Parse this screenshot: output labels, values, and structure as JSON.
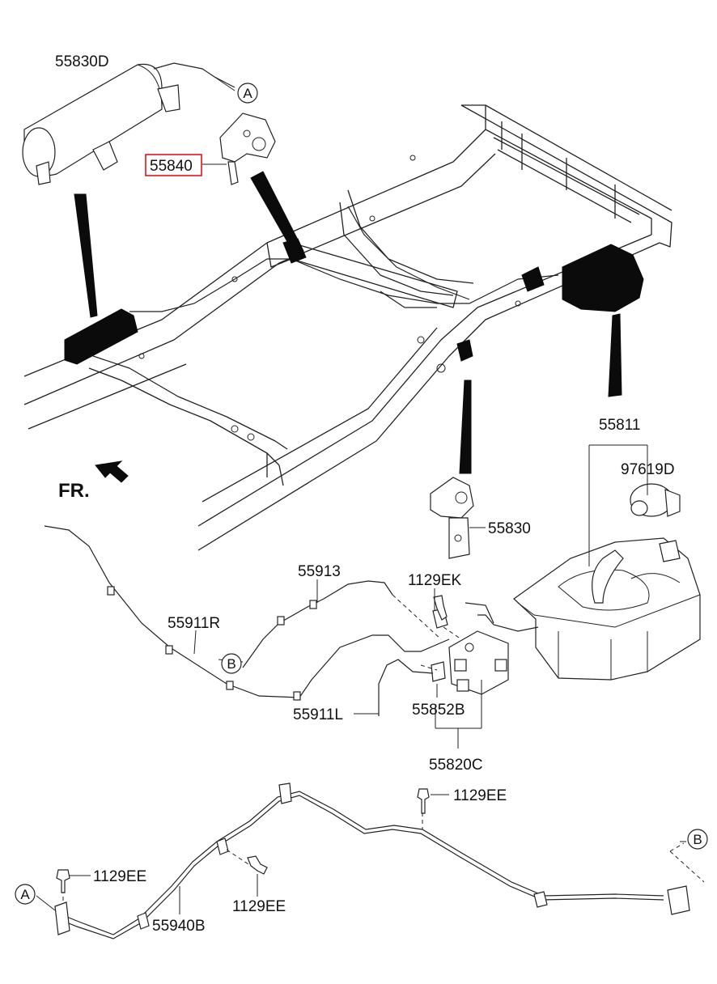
{
  "labels": {
    "p55830D": "55830D",
    "p55840": "55840",
    "p55811": "55811",
    "p97619D": "97619D",
    "p55830": "55830",
    "p55913": "55913",
    "p1129EK": "1129EK",
    "p55911R": "55911R",
    "p55911L": "55911L",
    "p55852B": "55852B",
    "p55820C": "55820C",
    "p1129EE_top": "1129EE",
    "p1129EE_left": "1129EE",
    "p1129EE_mid": "1129EE",
    "p55940B": "55940B"
  },
  "refs": {
    "a_top": "A",
    "a_bottom": "A",
    "b_mid": "B",
    "b_right": "B"
  },
  "direction": {
    "text": "FR."
  },
  "highlight": {
    "part": "55840",
    "color": "#e0141e"
  }
}
